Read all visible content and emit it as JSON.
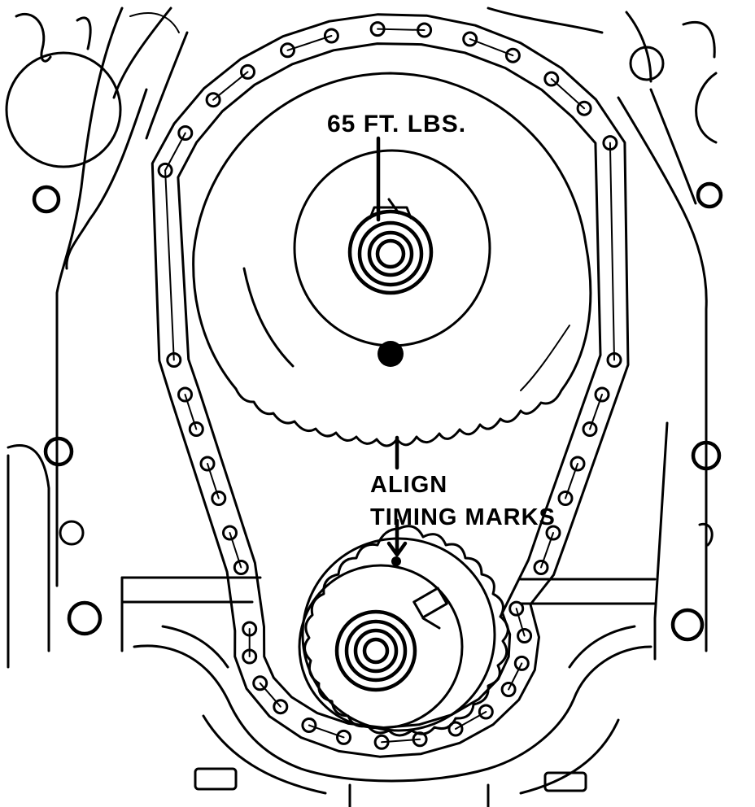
{
  "annotations": {
    "torque": "65 FT. LBS.",
    "align_line1": "ALIGN",
    "align_line2": "TIMING MARKS"
  }
}
